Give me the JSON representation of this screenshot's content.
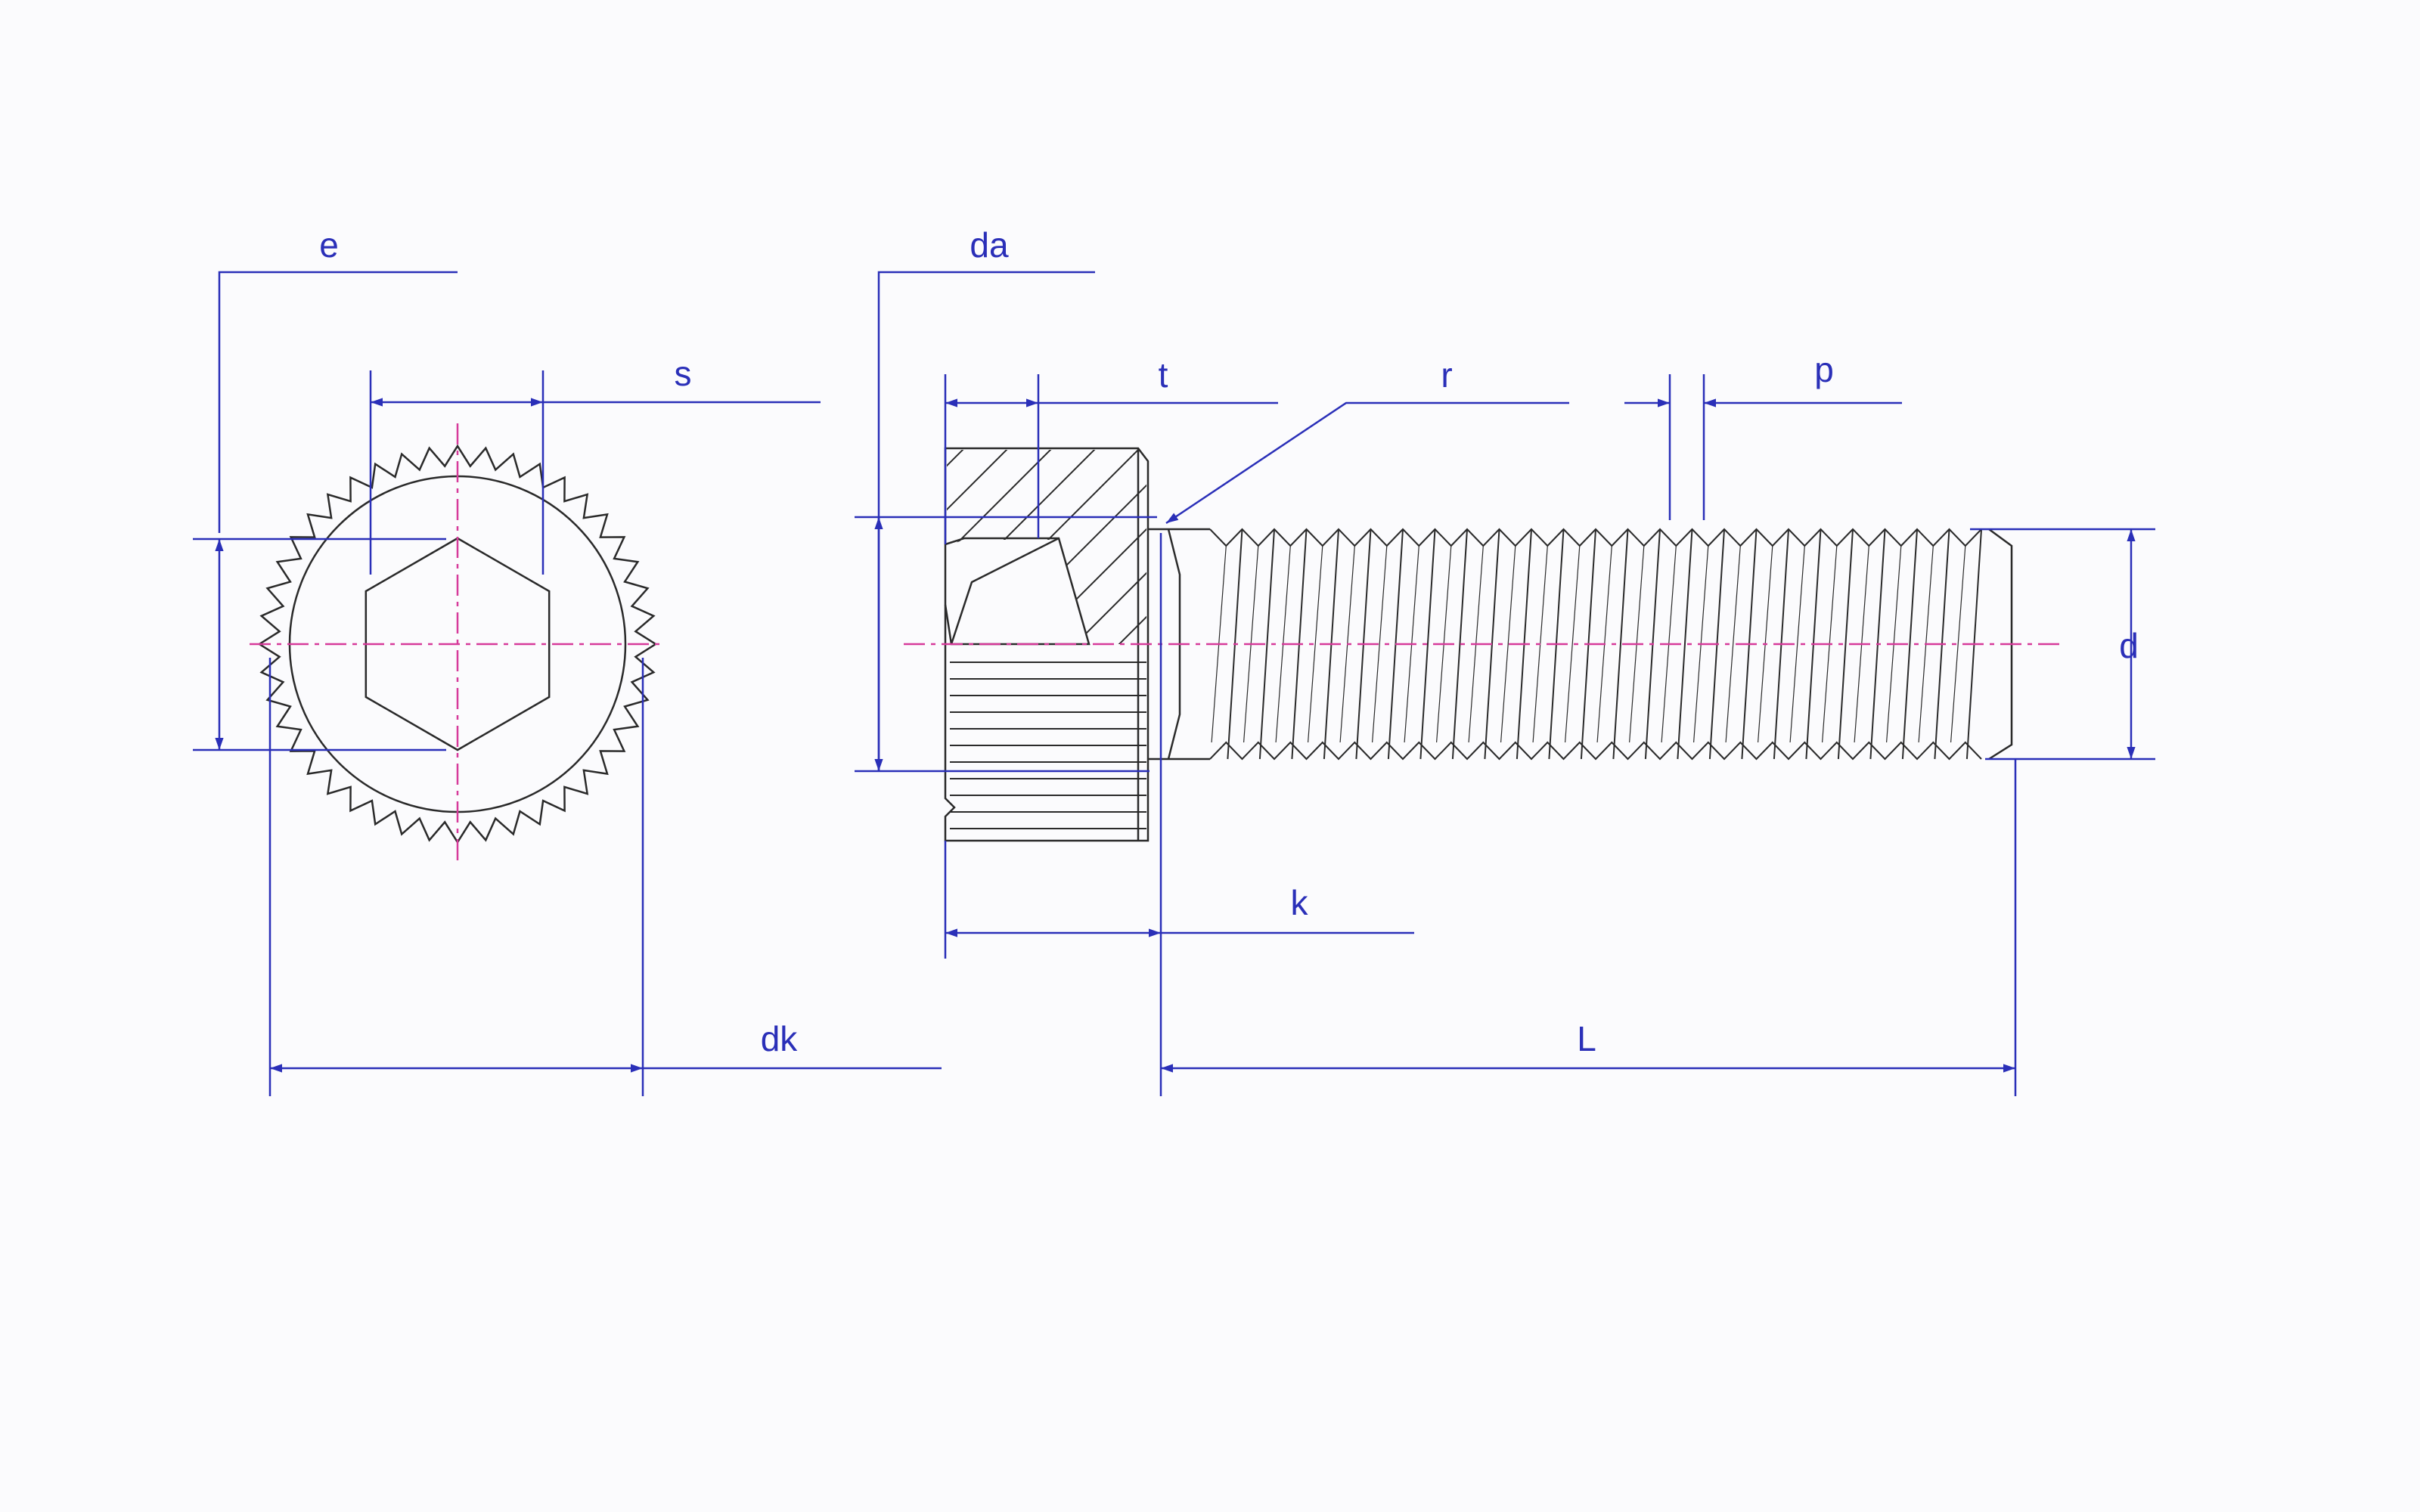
{
  "colors": {
    "background": "#fbfbfd",
    "outline": "#2a2a2a",
    "dimension": "#2a2fb8",
    "centerline": "#d63a9a"
  },
  "labels": {
    "e": "e",
    "s": "s",
    "dk": "dk",
    "da": "da",
    "t": "t",
    "r": "r",
    "p": "p",
    "d": "d",
    "k": "k",
    "L": "L"
  }
}
